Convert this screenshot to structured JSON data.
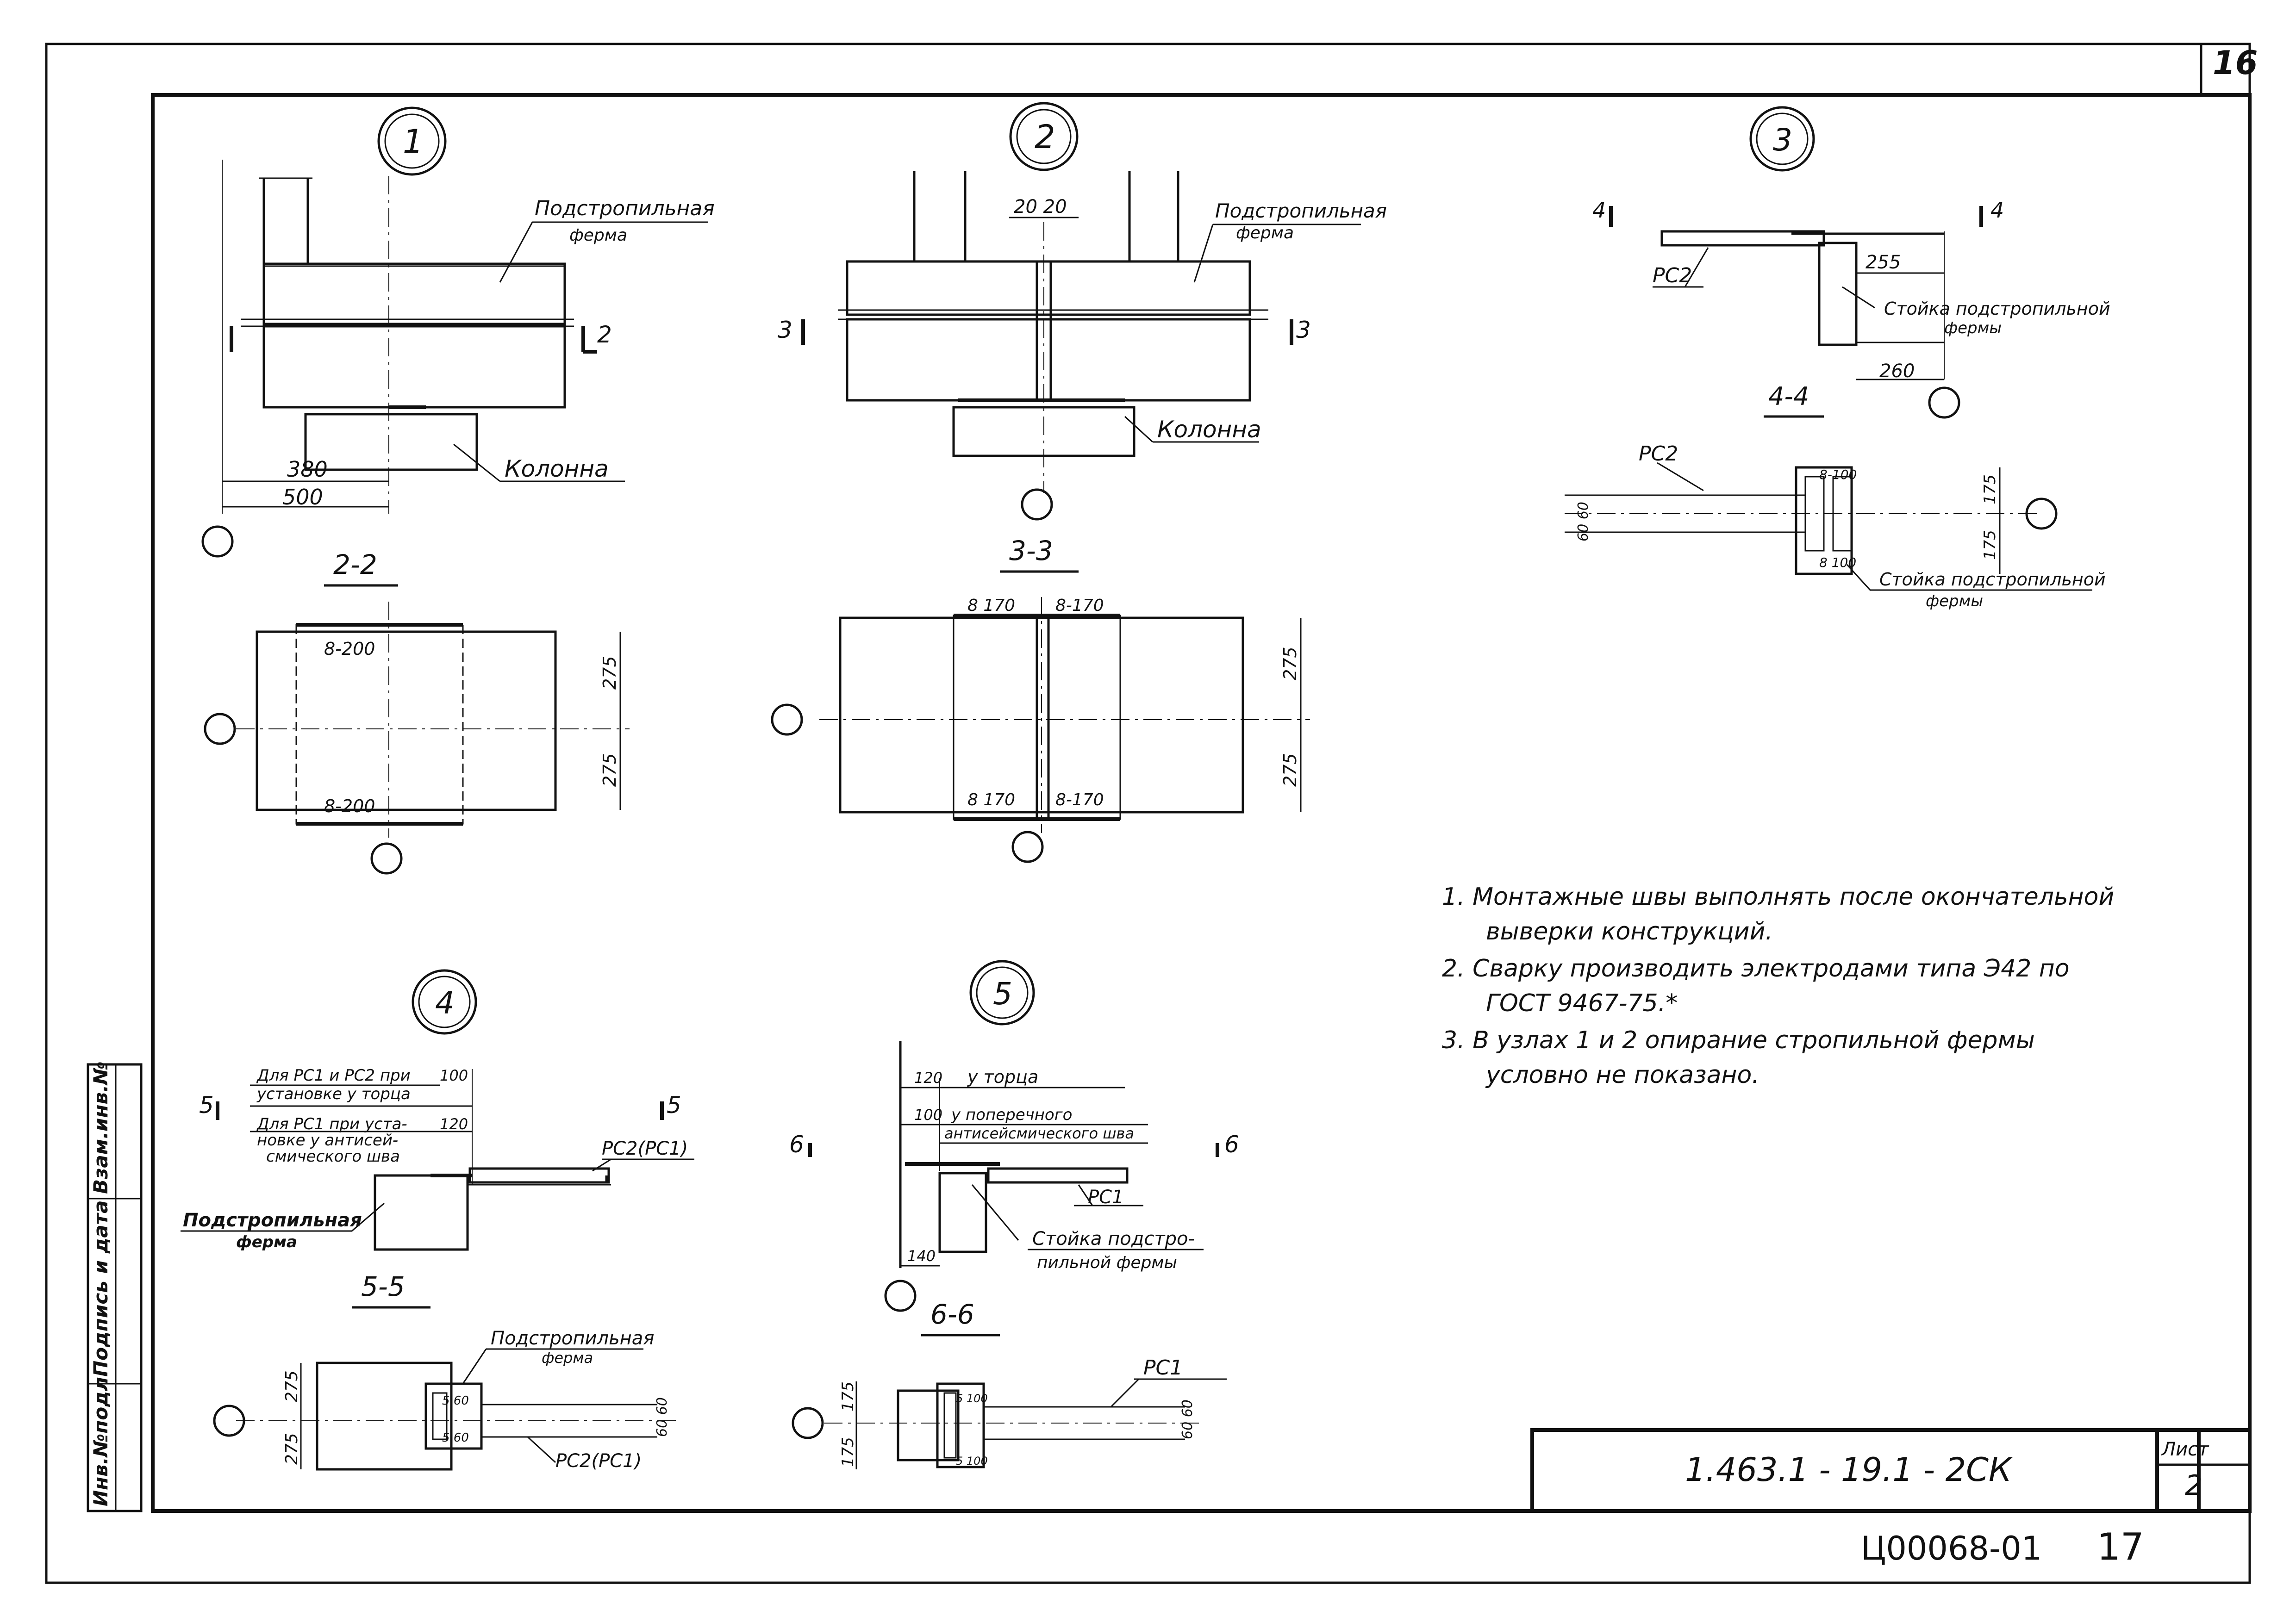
{
  "sheet": {
    "top_number": "16",
    "list_label": "Лист",
    "list_number": "2",
    "doc_code": "1.463.1 - 19.1 - 2СК",
    "bottom_code": "Ц00068-01",
    "bottom_page": "17"
  },
  "side_stamp": {
    "col1": "Инв.№подл.",
    "col2": "Подпись и дата",
    "col3": "Взам.инв.№"
  },
  "nodes": {
    "n1": "1",
    "n2": "2",
    "n3": "3",
    "n4": "4",
    "n5": "5"
  },
  "detail1": {
    "truss_label_1": "Подстропильная",
    "truss_label_2": "ферма",
    "column_label": "Колонна",
    "dim_380": "380",
    "dim_500": "500",
    "section_mark": "2"
  },
  "detail2": {
    "truss_label_1": "Подстропильная",
    "truss_label_2": "ферма",
    "column_label": "Колонна",
    "dim_gap": "20 20",
    "section_mark": "3"
  },
  "detail3": {
    "rs_label": "РС2",
    "post_label_1": "Стойка подстропильной",
    "post_label_2": "фермы",
    "dim_255": "255",
    "dim_260": "260",
    "section_mark": "4"
  },
  "section22": {
    "title": "2-2",
    "weld_top": "8-200",
    "weld_bottom": "8-200",
    "dim_top": "275",
    "dim_bottom": "275"
  },
  "section33": {
    "title": "3-3",
    "weld_tl": "8 170",
    "weld_tr": "8-170",
    "weld_bl": "8 170",
    "weld_br": "8-170",
    "dim_top": "275",
    "dim_bottom": "275"
  },
  "section44": {
    "title": "4-4",
    "rs_label": "РС2",
    "weld_top": "8-100",
    "weld_bottom": "8 100",
    "dim_top": "175",
    "dim_bottom": "175",
    "dim_left": "60 60",
    "post_label_1": "Стойка подстропильной",
    "post_label_2": "фермы"
  },
  "detail4": {
    "note1_a": "Для РС1 и РС2 при",
    "note1_b": "установке у торца",
    "note2_a": "Для РС1 при уста-",
    "note2_b": "новке у антисей-",
    "note2_c": "смического шва",
    "dim_100": "100",
    "dim_120": "120",
    "rs_label": "РС2(РС1)",
    "truss_label_1": "Подстропильная",
    "truss_label_2": "ферма",
    "section_mark": "5"
  },
  "detail5": {
    "note1": "у торца",
    "note2_a": "у поперечного",
    "note2_b": "антисейсмического шва",
    "dim_120": "120",
    "dim_100": "100",
    "dim_140": "140",
    "rs_label": "РС1",
    "post_label_1": "Стойка подстро-",
    "post_label_2": "пильной фермы",
    "section_mark": "6"
  },
  "section55": {
    "title": "5-5",
    "truss_label_1": "Подстропильная",
    "truss_label_2": "ферма",
    "weld_top": "5 60",
    "weld_bottom": "5 60",
    "dim_top": "275",
    "dim_bottom": "275",
    "dim_right": "60 60",
    "rs_label": "РС2(РС1)"
  },
  "section66": {
    "title": "6-6",
    "rs_label": "РС1",
    "weld_top": "5 100",
    "weld_bottom": "5 100",
    "dim_top": "175",
    "dim_bottom": "175",
    "dim_right": "60 60"
  },
  "notes": [
    "1. Монтажные швы выполнять после окончательной",
    "выверки конструкций.",
    "2. Сварку производить электродами типа Э42 по",
    "ГОСТ 9467-75.*",
    "3. В узлах 1 и 2 опирание стропильной фермы",
    "условно не показано."
  ]
}
